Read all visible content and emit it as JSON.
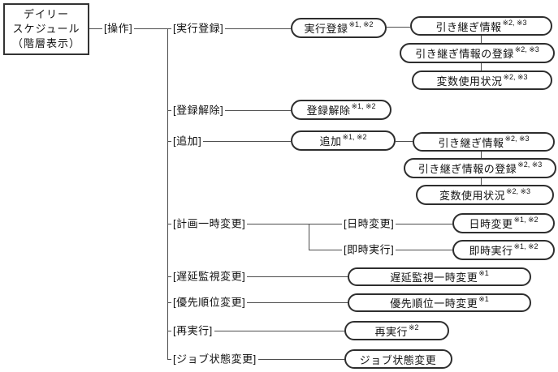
{
  "root_box": {
    "line1": "デイリー",
    "line2": "スケジュール",
    "line3": "（階層表示）"
  },
  "labels": {
    "operation": "[操作]",
    "exec_register": "[実行登録]",
    "unregister": "[登録解除]",
    "add": "[追加]",
    "plan_temp_change": "[計画一時変更]",
    "datetime_change": "[日時変更]",
    "immediate_exec": "[即時実行]",
    "delay_monitor_change": "[遅延監視変更]",
    "priority_change": "[優先順位変更]",
    "rerun": "[再実行]",
    "job_status_change": "[ジョブ状態変更]"
  },
  "nodes": {
    "exec_register": {
      "text": "実行登録",
      "sup": "※1, ※2"
    },
    "takeover_info_a": {
      "text": "引き継ぎ情報",
      "sup": "※2, ※3"
    },
    "takeover_reg_a": {
      "text": "引き継ぎ情報の登録",
      "sup": "※2, ※3"
    },
    "var_usage_a": {
      "text": "変数使用状況",
      "sup": "※2, ※3"
    },
    "unregister": {
      "text": "登録解除",
      "sup": "※1, ※2"
    },
    "add": {
      "text": "追加",
      "sup": "※1, ※2"
    },
    "takeover_info_b": {
      "text": "引き継ぎ情報",
      "sup": "※2, ※3"
    },
    "takeover_reg_b": {
      "text": "引き継ぎ情報の登録",
      "sup": "※2, ※3"
    },
    "var_usage_b": {
      "text": "変数使用状況",
      "sup": "※2, ※3"
    },
    "datetime_change": {
      "text": "日時変更",
      "sup": "※1, ※2"
    },
    "immediate_exec": {
      "text": "即時実行",
      "sup": "※1, ※2"
    },
    "delay_monitor": {
      "text": "遅延監視一時変更",
      "sup": "※1"
    },
    "priority": {
      "text": "優先順位一時変更",
      "sup": "※1"
    },
    "rerun": {
      "text": "再実行",
      "sup": "※2"
    },
    "job_status": {
      "text": "ジョブ状態変更",
      "sup": ""
    }
  }
}
